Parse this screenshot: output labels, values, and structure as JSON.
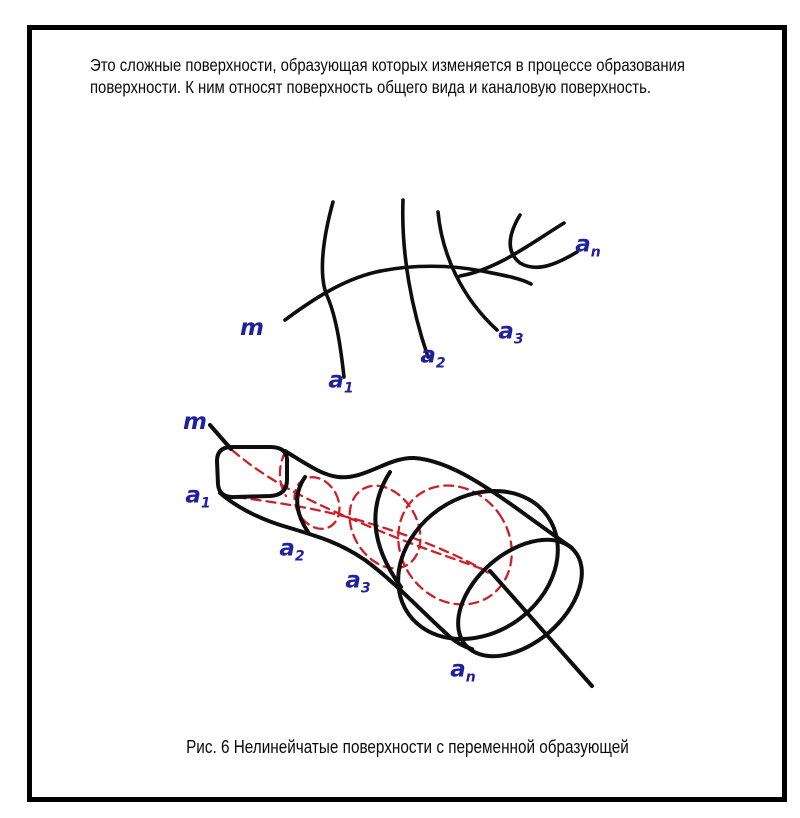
{
  "document": {
    "paragraph": "Это сложные поверхности, образующая которых изменяется в процессе образования поверхности. К ним относят поверхность общего вида и каналовую поверхность.",
    "caption": "Рис. 6 Нелинейчатые поверхности с переменной образующей"
  },
  "figure1": {
    "labels": {
      "m": {
        "base": "m",
        "sub": ""
      },
      "a1": {
        "base": "a",
        "sub": "1"
      },
      "a2": {
        "base": "a",
        "sub": "2"
      },
      "a3": {
        "base": "a",
        "sub": "3"
      },
      "an": {
        "base": "a",
        "sub": "n"
      }
    }
  },
  "figure2": {
    "labels": {
      "m": {
        "base": "m",
        "sub": ""
      },
      "a1": {
        "base": "a",
        "sub": "1"
      },
      "a2": {
        "base": "a",
        "sub": "2"
      },
      "a3": {
        "base": "a",
        "sub": "3"
      },
      "an": {
        "base": "a",
        "sub": "n"
      }
    }
  },
  "colors": {
    "label_blue": "#21219f",
    "dash_red": "#cc2128",
    "ink": "#0e0e0e",
    "frame": "#000000",
    "bg": "#ffffff"
  }
}
